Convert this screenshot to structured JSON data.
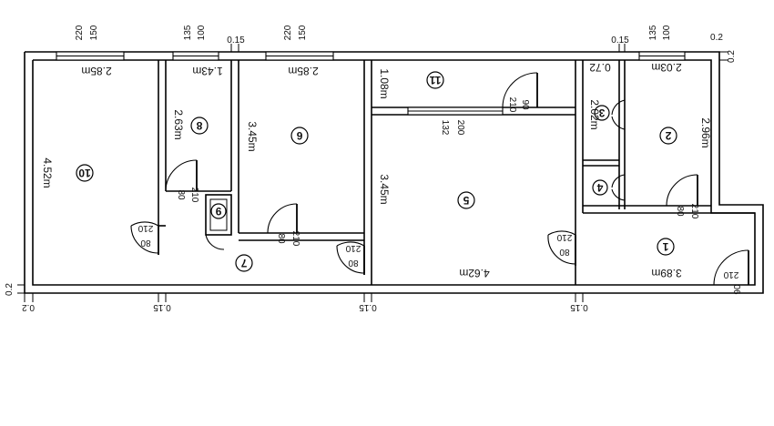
{
  "rooms": [
    {
      "id": "1",
      "name": "1"
    },
    {
      "id": "2",
      "name": "2"
    },
    {
      "id": "3",
      "name": "3"
    },
    {
      "id": "4",
      "name": "4"
    },
    {
      "id": "5",
      "name": "5"
    },
    {
      "id": "6",
      "name": "6"
    },
    {
      "id": "7",
      "name": "7"
    },
    {
      "id": "8",
      "name": "8"
    },
    {
      "id": "9",
      "name": "9"
    },
    {
      "id": "10",
      "name": "10"
    },
    {
      "id": "11",
      "name": "11"
    }
  ],
  "dimensions": {
    "r10_width": "2.85m",
    "r10_height": "4.52m",
    "r8_width": "1.43m",
    "r8_height": "2.63m",
    "r6_width": "2.85m",
    "r6_height": "3.45m",
    "r5_height": "3.45m",
    "r5_width": "4.62m",
    "r11_height": "1.08m",
    "r3_width": "0.72",
    "r3_height": "2.02m",
    "r2_width": "2.03m",
    "r2_height": "2.96m",
    "r1_width": "3.89m",
    "wall_015_a": "0.15",
    "wall_015_b": "0.15",
    "wall_02_a": "0.2",
    "wall_02_b": "0.2",
    "wall_02_c": "0.2",
    "wall_02_d": "0.2",
    "wall_015_c": "0.15",
    "wall_015_d": "0.15",
    "wall_015_e": "0.15"
  },
  "windows": [
    {
      "width": "150",
      "height": "220"
    },
    {
      "width": "100",
      "height": "135"
    },
    {
      "width": "150",
      "height": "220"
    },
    {
      "width": "100",
      "height": "135"
    },
    {
      "width": "200",
      "height": "132"
    }
  ],
  "doors": [
    {
      "width": "90",
      "height": "210"
    },
    {
      "width": "80",
      "height": "210"
    },
    {
      "width": "80",
      "height": "210"
    },
    {
      "width": "80",
      "height": "210"
    },
    {
      "width": "80",
      "height": "210"
    },
    {
      "width": "80",
      "height": "210"
    },
    {
      "width": "80",
      "height": "210"
    },
    {
      "width": "90",
      "height": "210"
    }
  ]
}
